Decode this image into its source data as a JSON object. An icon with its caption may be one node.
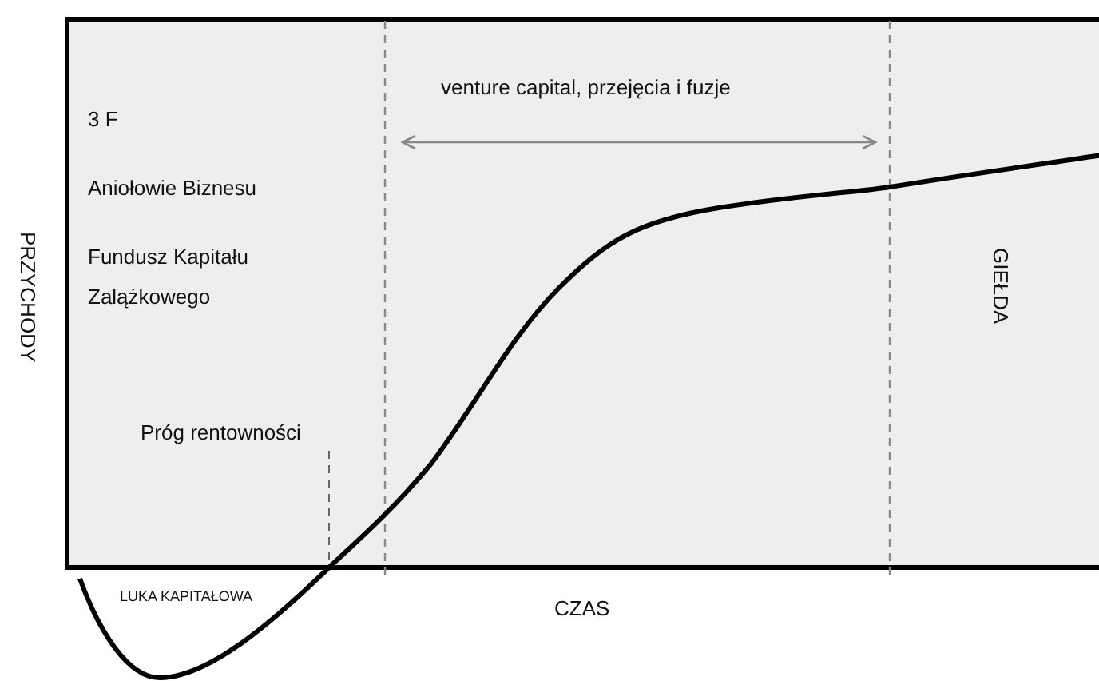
{
  "diagram": {
    "labels": [
      "venture capital, przejęcia i fuzje",
      "3 F",
      "Aniołowie Biznesu",
      "Fundusz Kapitału Zalążkowego",
      "GIEŁDA",
      "PRZYCHODY",
      "Próg rentowności",
      "LUKA KAPITAŁOWA",
      "CZAS"
    ]
  }
}
